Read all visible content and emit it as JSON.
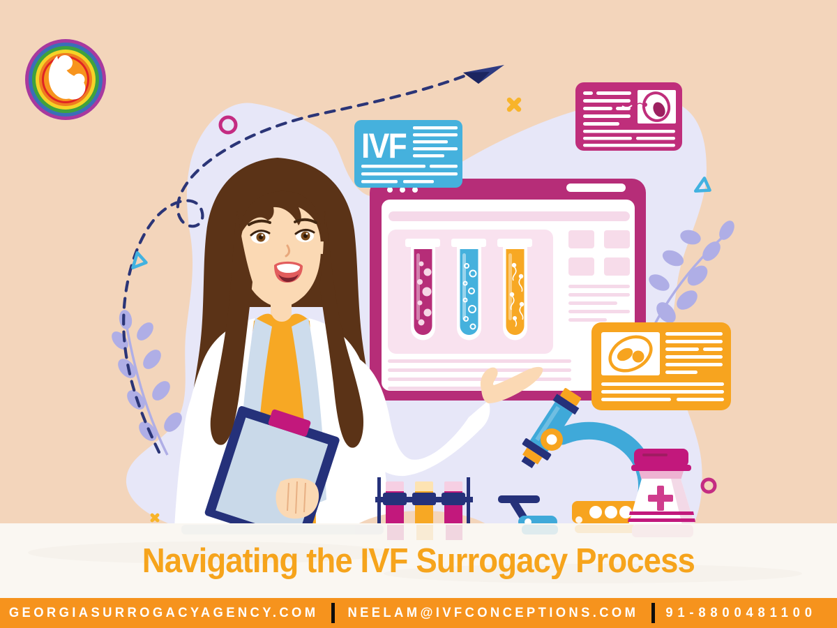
{
  "title": {
    "text": "Navigating the IVF Surrogacy Process"
  },
  "ivf_card": {
    "label": "IVF"
  },
  "footer": {
    "website": "GEORGIASURROGACYAGENCY.COM",
    "email": "NEELAM@IVFCONCEPTIONS.COM",
    "phone": "91-8800481100"
  },
  "colors": {
    "background": "#f3d5bb",
    "blob": "#e7e7f8",
    "magenta": "#b92d77",
    "blue": "#45b1dd",
    "orange": "#f7a41f",
    "navy": "#26316f",
    "title_text": "#f6a41c",
    "footer_bar": "#f6931d"
  },
  "scene": {
    "elements": [
      "mother-baby-rainbow-logo",
      "dashed-route",
      "paper-plane",
      "ivf-note-card",
      "fertilization-card",
      "monitor-screen",
      "test-tube-magenta",
      "test-tube-blue",
      "test-tube-orange",
      "embryo-report-card",
      "female-doctor",
      "clipboard",
      "test-tube-rack",
      "microscope",
      "specimen-tray",
      "medicine-bottle",
      "leaf-branches"
    ]
  }
}
